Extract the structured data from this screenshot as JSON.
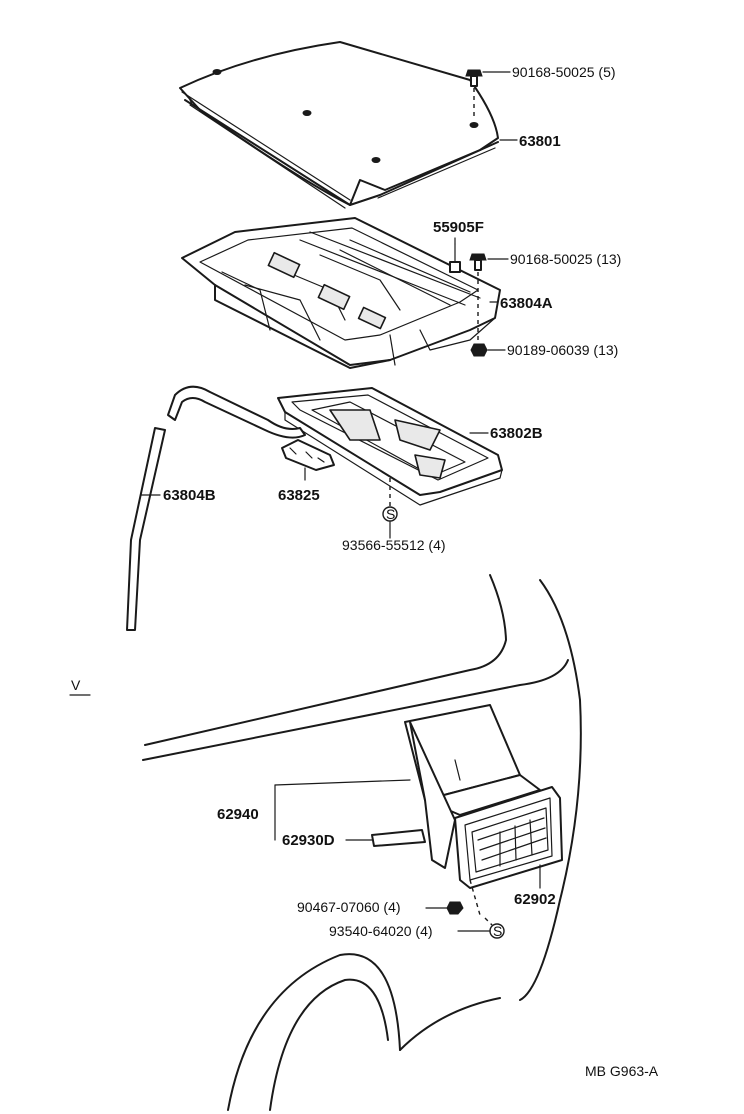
{
  "figure_code": "MB G963-A",
  "view_mark": "V",
  "s_symbol": "S",
  "callouts": {
    "bolt_top": "90168-50025 (5)",
    "cover": "63801",
    "clip": "55905F",
    "bolt_mid": "90168-50025 (13)",
    "housing": "63804A",
    "nut": "90189-06039 (13)",
    "duct_inner": "63802B",
    "hose": "63804B",
    "bracket": "63825",
    "screw_s": "93566-55512 (4)",
    "vent_assy": "62940",
    "vent_seal": "62930D",
    "grille": "62902",
    "clip_bottom": "90467-07060 (4)",
    "screw_bottom": "93540-64020 (4)"
  }
}
